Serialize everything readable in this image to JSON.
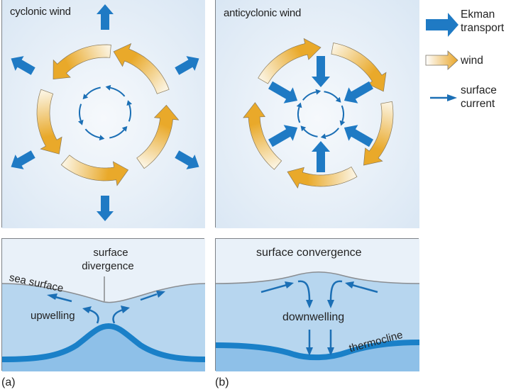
{
  "figure": {
    "panels": {
      "a": {
        "label": "(a)",
        "top_title": "cyclonic wind",
        "bottom_labels": {
          "divergence_line1": "surface",
          "divergence_line2": "divergence",
          "sea_surface": "sea surface",
          "motion": "upwelling"
        }
      },
      "b": {
        "label": "(b)",
        "top_title": "anticyclonic wind",
        "bottom_labels": {
          "convergence": "surface convergence",
          "motion": "downwelling",
          "layer": "thermocline"
        }
      }
    },
    "legend": {
      "items": [
        {
          "icon": "ekman-transport-arrow-icon",
          "line1": "Ekman",
          "line2": "transport"
        },
        {
          "icon": "wind-arrow-icon",
          "line1": "wind",
          "line2": ""
        },
        {
          "icon": "surface-current-arrow-icon",
          "line1": "surface",
          "line2": "current"
        }
      ]
    },
    "colors": {
      "ekman": "#1f7ac4",
      "wind": "#e9a92a",
      "wind_light": "#fbf3df",
      "current": "#1b6fb5",
      "sky": "#e4eef8",
      "water": "#b7d7f0",
      "deep_water": "#8ec0e8",
      "thermocline": "#1a80c8"
    }
  }
}
